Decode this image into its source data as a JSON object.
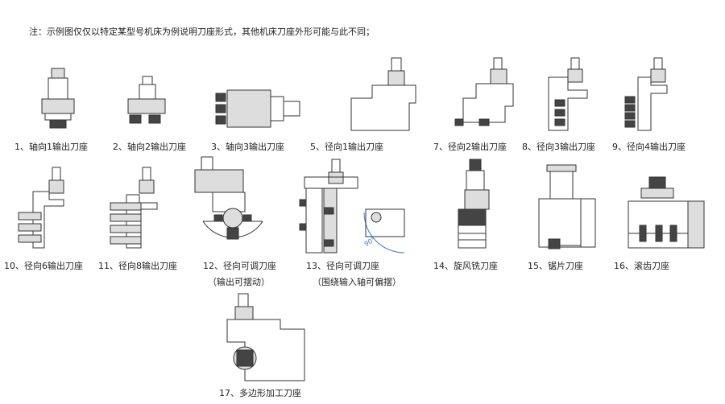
{
  "note": "注：示例图仅仅以特定某型号机床为例说明刀座形式，其他机床刀座外形可能与此不同；",
  "figures": [
    {
      "label": "1、轴向1输出刀座"
    },
    {
      "label": "2、轴向2输出刀座"
    },
    {
      "label": "3、轴向3输出刀座"
    },
    {
      "label": "5、径向1输出刀座"
    },
    {
      "label": "7、径向2输出刀座"
    },
    {
      "label": "8、径向3输出刀座"
    },
    {
      "label": "9、径向4输出刀座"
    },
    {
      "label": "10、径向6输出刀座"
    },
    {
      "label": "11、径向8输出刀座"
    },
    {
      "label": "12、径向可调刀座",
      "sub": "（输出可摆动）"
    },
    {
      "label": "13、径向可调刀座",
      "sub": "（围绕输入轴可偏摆）",
      "angle": "90°"
    },
    {
      "label": "14、旋风铣刀座"
    },
    {
      "label": "15、锯片刀座"
    },
    {
      "label": "16、滚齿刀座"
    },
    {
      "label": "17、多边形加工刀座"
    }
  ]
}
